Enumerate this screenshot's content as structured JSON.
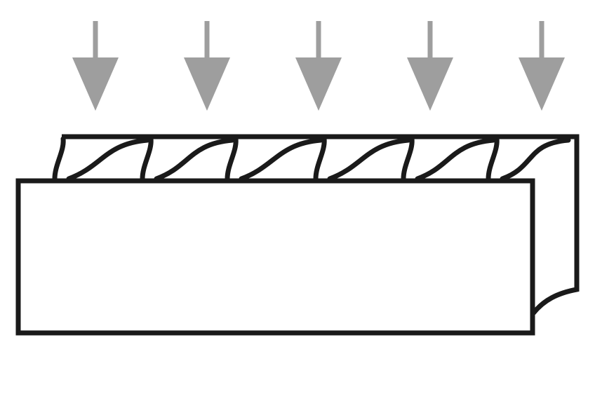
{
  "diagram": {
    "arrow_count": 5,
    "arrow_direction": "down",
    "wave_count": 6,
    "colors": {
      "background": "#ffffff",
      "outline": "#1a1a1a",
      "arrow": "#9e9e9e"
    },
    "icons": {
      "arrow": "down-arrow-icon",
      "block": "rectangular-block",
      "wave": "wavy-surface-line"
    }
  }
}
